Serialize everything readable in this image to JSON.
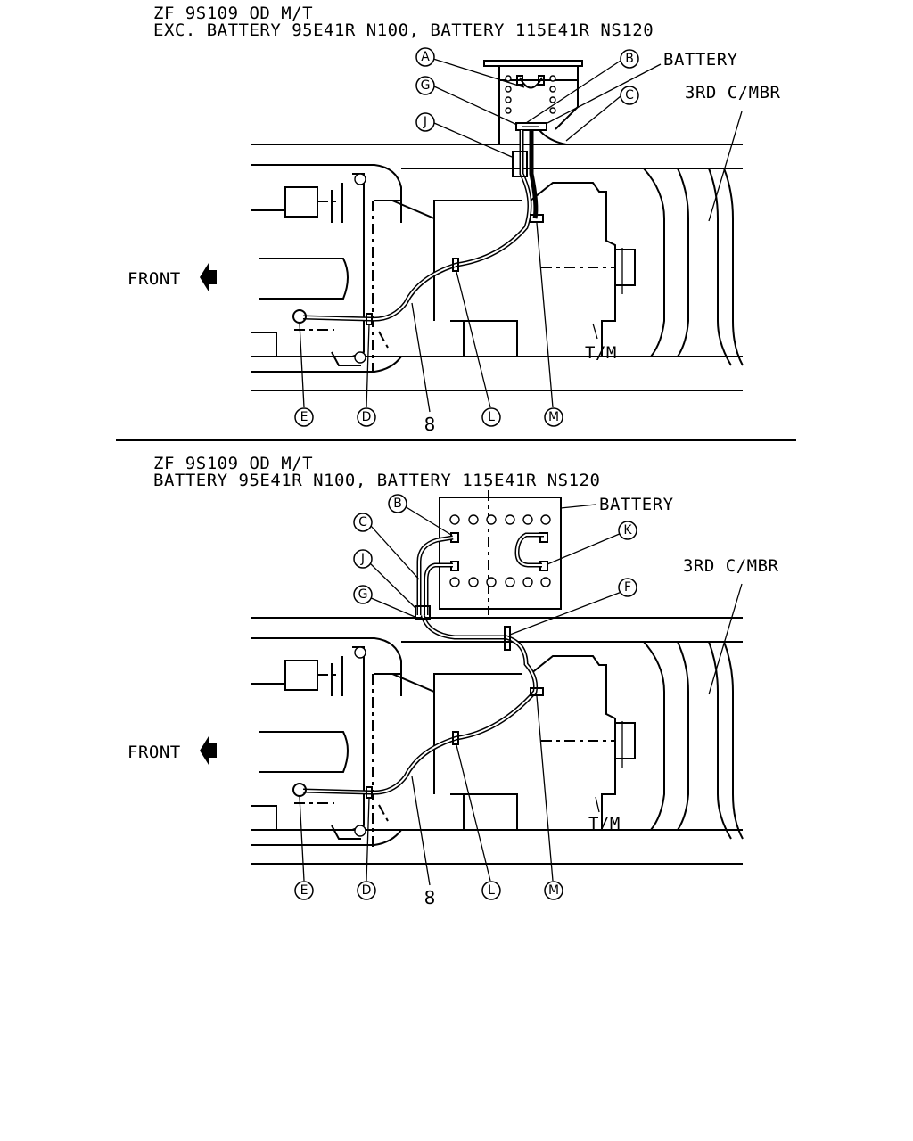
{
  "top": {
    "title_line1": "ZF 9S109 OD M/T",
    "title_line2": "EXC.  BATTERY 95E41R N100, BATTERY 115E41R NS120",
    "label_battery": "BATTERY",
    "label_crossmember": "3RD C/MBR",
    "label_front": "FRONT",
    "label_tm": "T/M",
    "callouts": {
      "a": "A",
      "b": "B",
      "c": "C",
      "g": "G",
      "j": "J",
      "e": "E",
      "d": "D",
      "l": "L",
      "m": "M"
    },
    "part_number": "8"
  },
  "bottom": {
    "title_line1": "ZF 9S109 OD M/T",
    "title_line2": "BATTERY 95E41R N100, BATTERY 115E41R NS120",
    "label_battery": "BATTERY",
    "label_crossmember": "3RD C/MBR",
    "label_front": "FRONT",
    "label_tm": "T/M",
    "callouts": {
      "b": "B",
      "c": "C",
      "j": "J",
      "g": "G",
      "k": "K",
      "f": "F",
      "e": "E",
      "d": "D",
      "l": "L",
      "m": "M"
    },
    "part_number": "8"
  },
  "icons": {
    "front_arrow": "arrow-left-icon"
  }
}
